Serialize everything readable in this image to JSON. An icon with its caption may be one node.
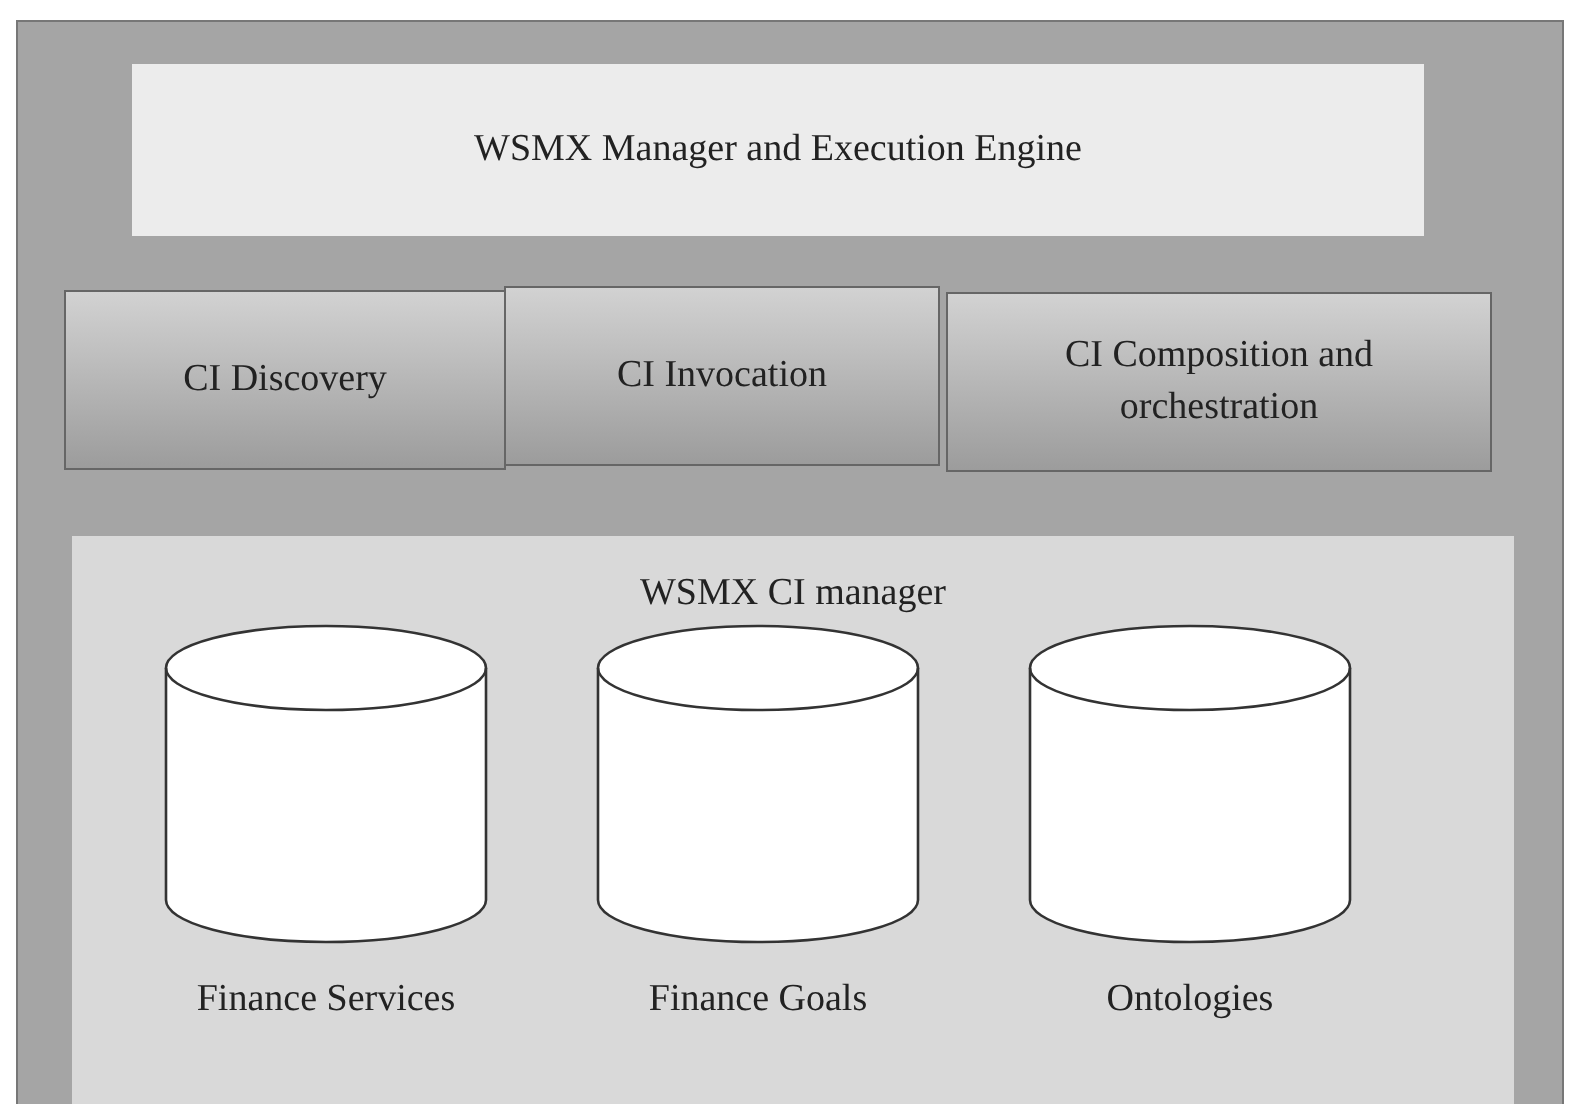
{
  "diagram": {
    "nodes": [
      {
        "text": [
          "WSMX Manager and Execution Engine"
        ]
      },
      {
        "text": [
          "CI Discovery"
        ]
      },
      {
        "text": [
          "CI Invocation"
        ]
      },
      {
        "text": [
          "CI Composition and orchestration"
        ]
      },
      {
        "text": [
          "WSMX CI manager"
        ]
      },
      {
        "text": [
          "Finance Services"
        ],
        "in": 4
      },
      {
        "text": [
          "Finance Goals"
        ],
        "in": 4
      },
      {
        "text": [
          "Ontologies"
        ],
        "in": 4
      }
    ]
  }
}
